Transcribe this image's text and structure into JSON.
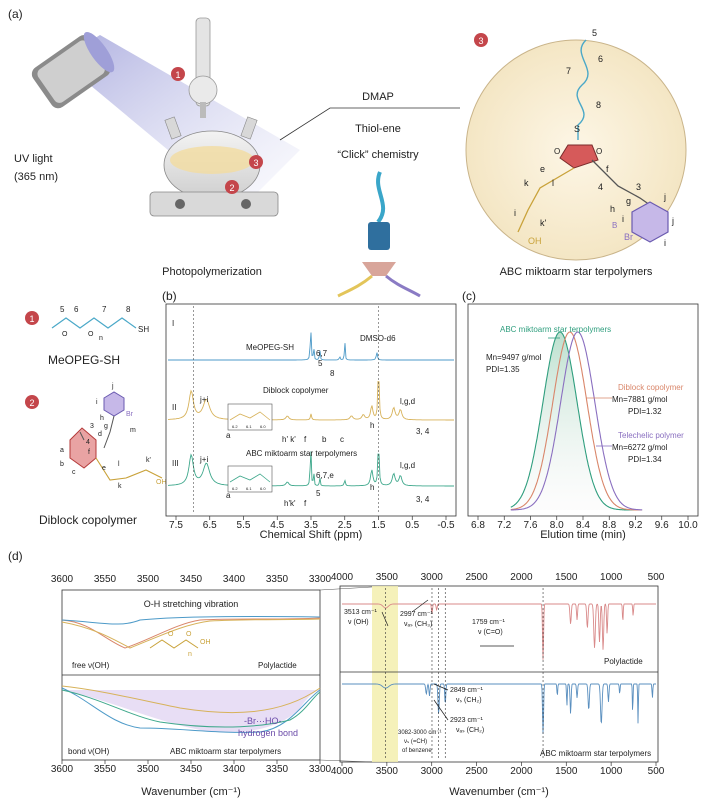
{
  "panel_labels": {
    "a": "(a)",
    "b": "(b)",
    "c": "(c)",
    "d": "(d)"
  },
  "panel_a": {
    "uv_line1": "UV light",
    "uv_line2": "(365 nm)",
    "photo_label": "Photopolymerization",
    "dmap": "DMAP",
    "thiol": "Thiol-ene",
    "click": "“Click” chemistry",
    "star_label": "ABC miktoarm star terpolymers",
    "badges": [
      "1",
      "2",
      "3"
    ],
    "struct_labels": [
      "5",
      "6",
      "7",
      "8",
      "e",
      "f",
      "k",
      "l",
      "4",
      "3",
      "g",
      "h",
      "i",
      "j",
      "j",
      "i",
      "k'",
      "i",
      "OH",
      "S",
      "Br",
      "O",
      "O"
    ]
  },
  "structures": {
    "meopeg_name": "MeOPEG-SH",
    "meopeg_labels": [
      "5",
      "6",
      "7",
      "8",
      "n",
      "SH",
      "O",
      "O"
    ],
    "diblock_name": "Diblock copolymer",
    "diblock_labels": [
      "a",
      "b",
      "c",
      "d",
      "e",
      "f",
      "g",
      "h",
      "i",
      "j",
      "3",
      "4",
      "l",
      "k",
      "k'",
      "Br",
      "OH",
      "m"
    ]
  },
  "panel_b": {
    "xlabel": "Chemical Shift (ppm)",
    "xticks": [
      "7.5",
      "6.5",
      "5.5",
      "4.5",
      "3.5",
      "2.5",
      "1.5",
      "0.5",
      "-0.5"
    ],
    "roman": [
      "I",
      "II",
      "III"
    ],
    "trace_names": [
      "MeOPEG-SH",
      "Diblock copolymer",
      "ABC miktoarm star terpolymers"
    ],
    "solvent": "DMSO-d6",
    "peak_labels": [
      "6,7",
      "5",
      "8",
      "j+i",
      "a",
      "l",
      "h' k'",
      "f",
      "b",
      "c",
      "h",
      "l,g,d",
      "3, 4",
      "j+i",
      "a",
      "l",
      "h'k'",
      "f",
      "5",
      "6,7,e",
      "h",
      "l,g,d",
      "3, 4"
    ],
    "inset_ticks": [
      "6.2",
      "6.1",
      "6.0",
      "6.2",
      "6.1",
      "6.0"
    ],
    "colors": {
      "I": "#4d9ac8",
      "II": "#d7b25a",
      "III": "#3fa88c"
    }
  },
  "panel_c": {
    "xlabel": "Elution time (min)",
    "xticks": [
      "6.8",
      "7.2",
      "7.6",
      "8.0",
      "8.4",
      "8.8",
      "9.2",
      "9.6",
      "10.0"
    ],
    "series": [
      {
        "name": "ABC miktoarm star terpolymers",
        "mn": "Mn=9497 g/mol",
        "pdi": "PDI=1.35",
        "color": "#2f9e7e",
        "peak": 8.05
      },
      {
        "name": "Diblock copolymer",
        "mn": "Mn=7881 g/mol",
        "pdi": "PDI=1.32",
        "color": "#d9866a",
        "peak": 8.2
      },
      {
        "name": "Telechelic polymer",
        "mn": "Mn=6272 g/mol",
        "pdi": "PDI=1.34",
        "color": "#8a6fc0",
        "peak": 8.32
      }
    ]
  },
  "panel_d_left": {
    "xlabel": "Wavenumber (cm⁻¹)",
    "xticks": [
      "3600",
      "3550",
      "3500",
      "3450",
      "3400",
      "3350",
      "3300"
    ],
    "title": "O-H stretching vibration",
    "free": "free ν(OH)",
    "polylactide": "Polylactide",
    "bond": "bond  ν(OH)",
    "abc": "ABC miktoarm star terpolymers",
    "hbond1": "-Br···HO-",
    "hbond2": "hydrogen bond",
    "struct_labels": [
      "O",
      "O",
      "OH",
      "n"
    ]
  },
  "panel_d_right": {
    "xlabel": "Wavenumber (cm⁻¹)",
    "xticks": [
      "4000",
      "3500",
      "3000",
      "2500",
      "2000",
      "1500",
      "1000",
      "500"
    ],
    "ann_3513a": "3513 cm⁻¹",
    "ann_3513b": "ν (OH)",
    "ann_2997a": "2997 cm⁻¹",
    "ann_2997b": "νₐₛ (CH₃)",
    "ann_1759a": "1759 cm⁻¹",
    "ann_1759b": "ν (C=O)",
    "polylactide": "Polylactide",
    "ann_2849a": "2849 cm⁻¹",
    "ann_2849b": "νₛ (CH₂)",
    "ann_2923a": "2923 cm⁻¹",
    "ann_2923b": "νₐₛ (CH₂)",
    "ann_3082a": "3082-3000 cm⁻¹",
    "ann_3082b": "νₛ (=CH)",
    "ann_3082c": "of benzene",
    "abc": "ABC miktoarm star terpolymers"
  }
}
